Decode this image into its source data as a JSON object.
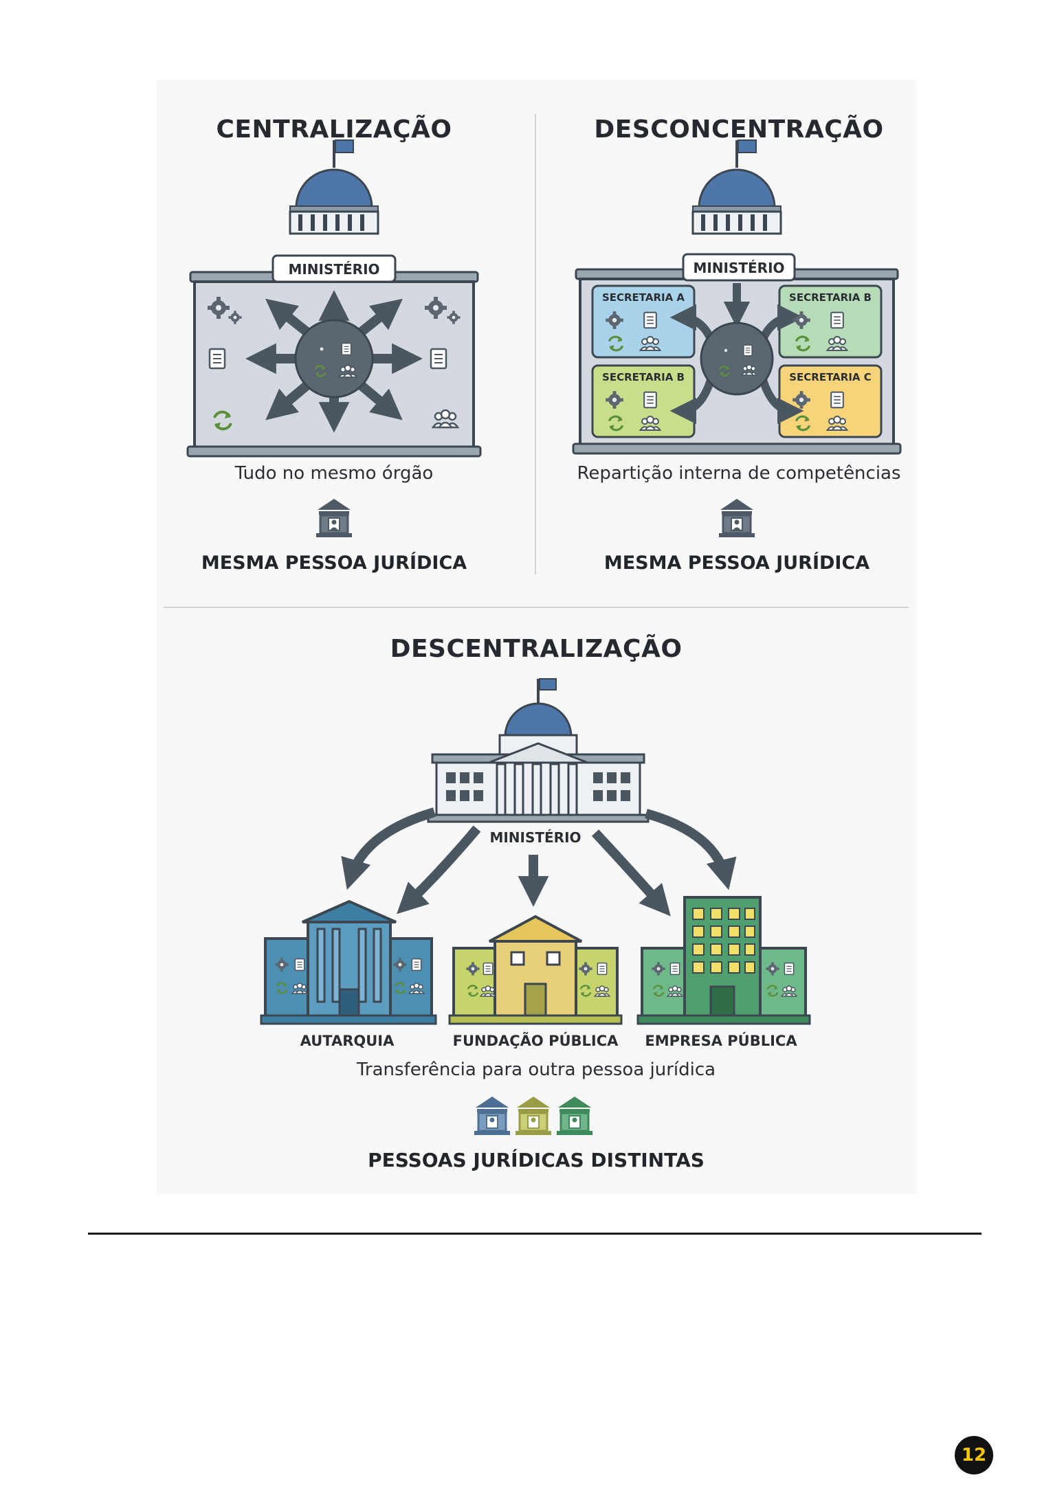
{
  "sections": {
    "centralizacao": {
      "title": "CENTRALIZAÇÃO",
      "building_label": "MINISTÉRIO",
      "caption": "Tudo no mesmo órgão",
      "footer": "MESMA PESSOA JURÍDICA"
    },
    "desconcentracao": {
      "title": "DESCONCENTRAÇÃO",
      "building_label": "MINISTÉRIO",
      "units": [
        "SECRETARIA A",
        "SECRETARIA B",
        "SECRETARIA B",
        "SECRETARIA C"
      ],
      "caption": "Repartição interna de competências",
      "footer": "MESMA PESSOA JURÍDICA"
    },
    "descentralizacao": {
      "title": "DESCENTRALIZAÇÃO",
      "building_label": "MINISTÉRIO",
      "entities": [
        "AUTARQUIA",
        "FUNDAÇÃO PÚBLICA",
        "EMPRESA PÚBLICA"
      ],
      "caption": "Transferência para outra pessoa jurídica",
      "footer": "PESSOAS JURÍDICAS DISTINTAS"
    }
  },
  "colors": {
    "dome": "#4f76a8",
    "panel": "#cfd5da",
    "arrow": "#4a5660",
    "secretaria_a": "#a9d3ea",
    "secretaria_b": "#b6dcb7",
    "secretaria_b2": "#c8de8a",
    "secretaria_c": "#f7d47a",
    "autarquia": "#4d8fb3",
    "fundacao": "#c7d46b",
    "empresa": "#4fa06e"
  },
  "page": {
    "number": "12"
  }
}
